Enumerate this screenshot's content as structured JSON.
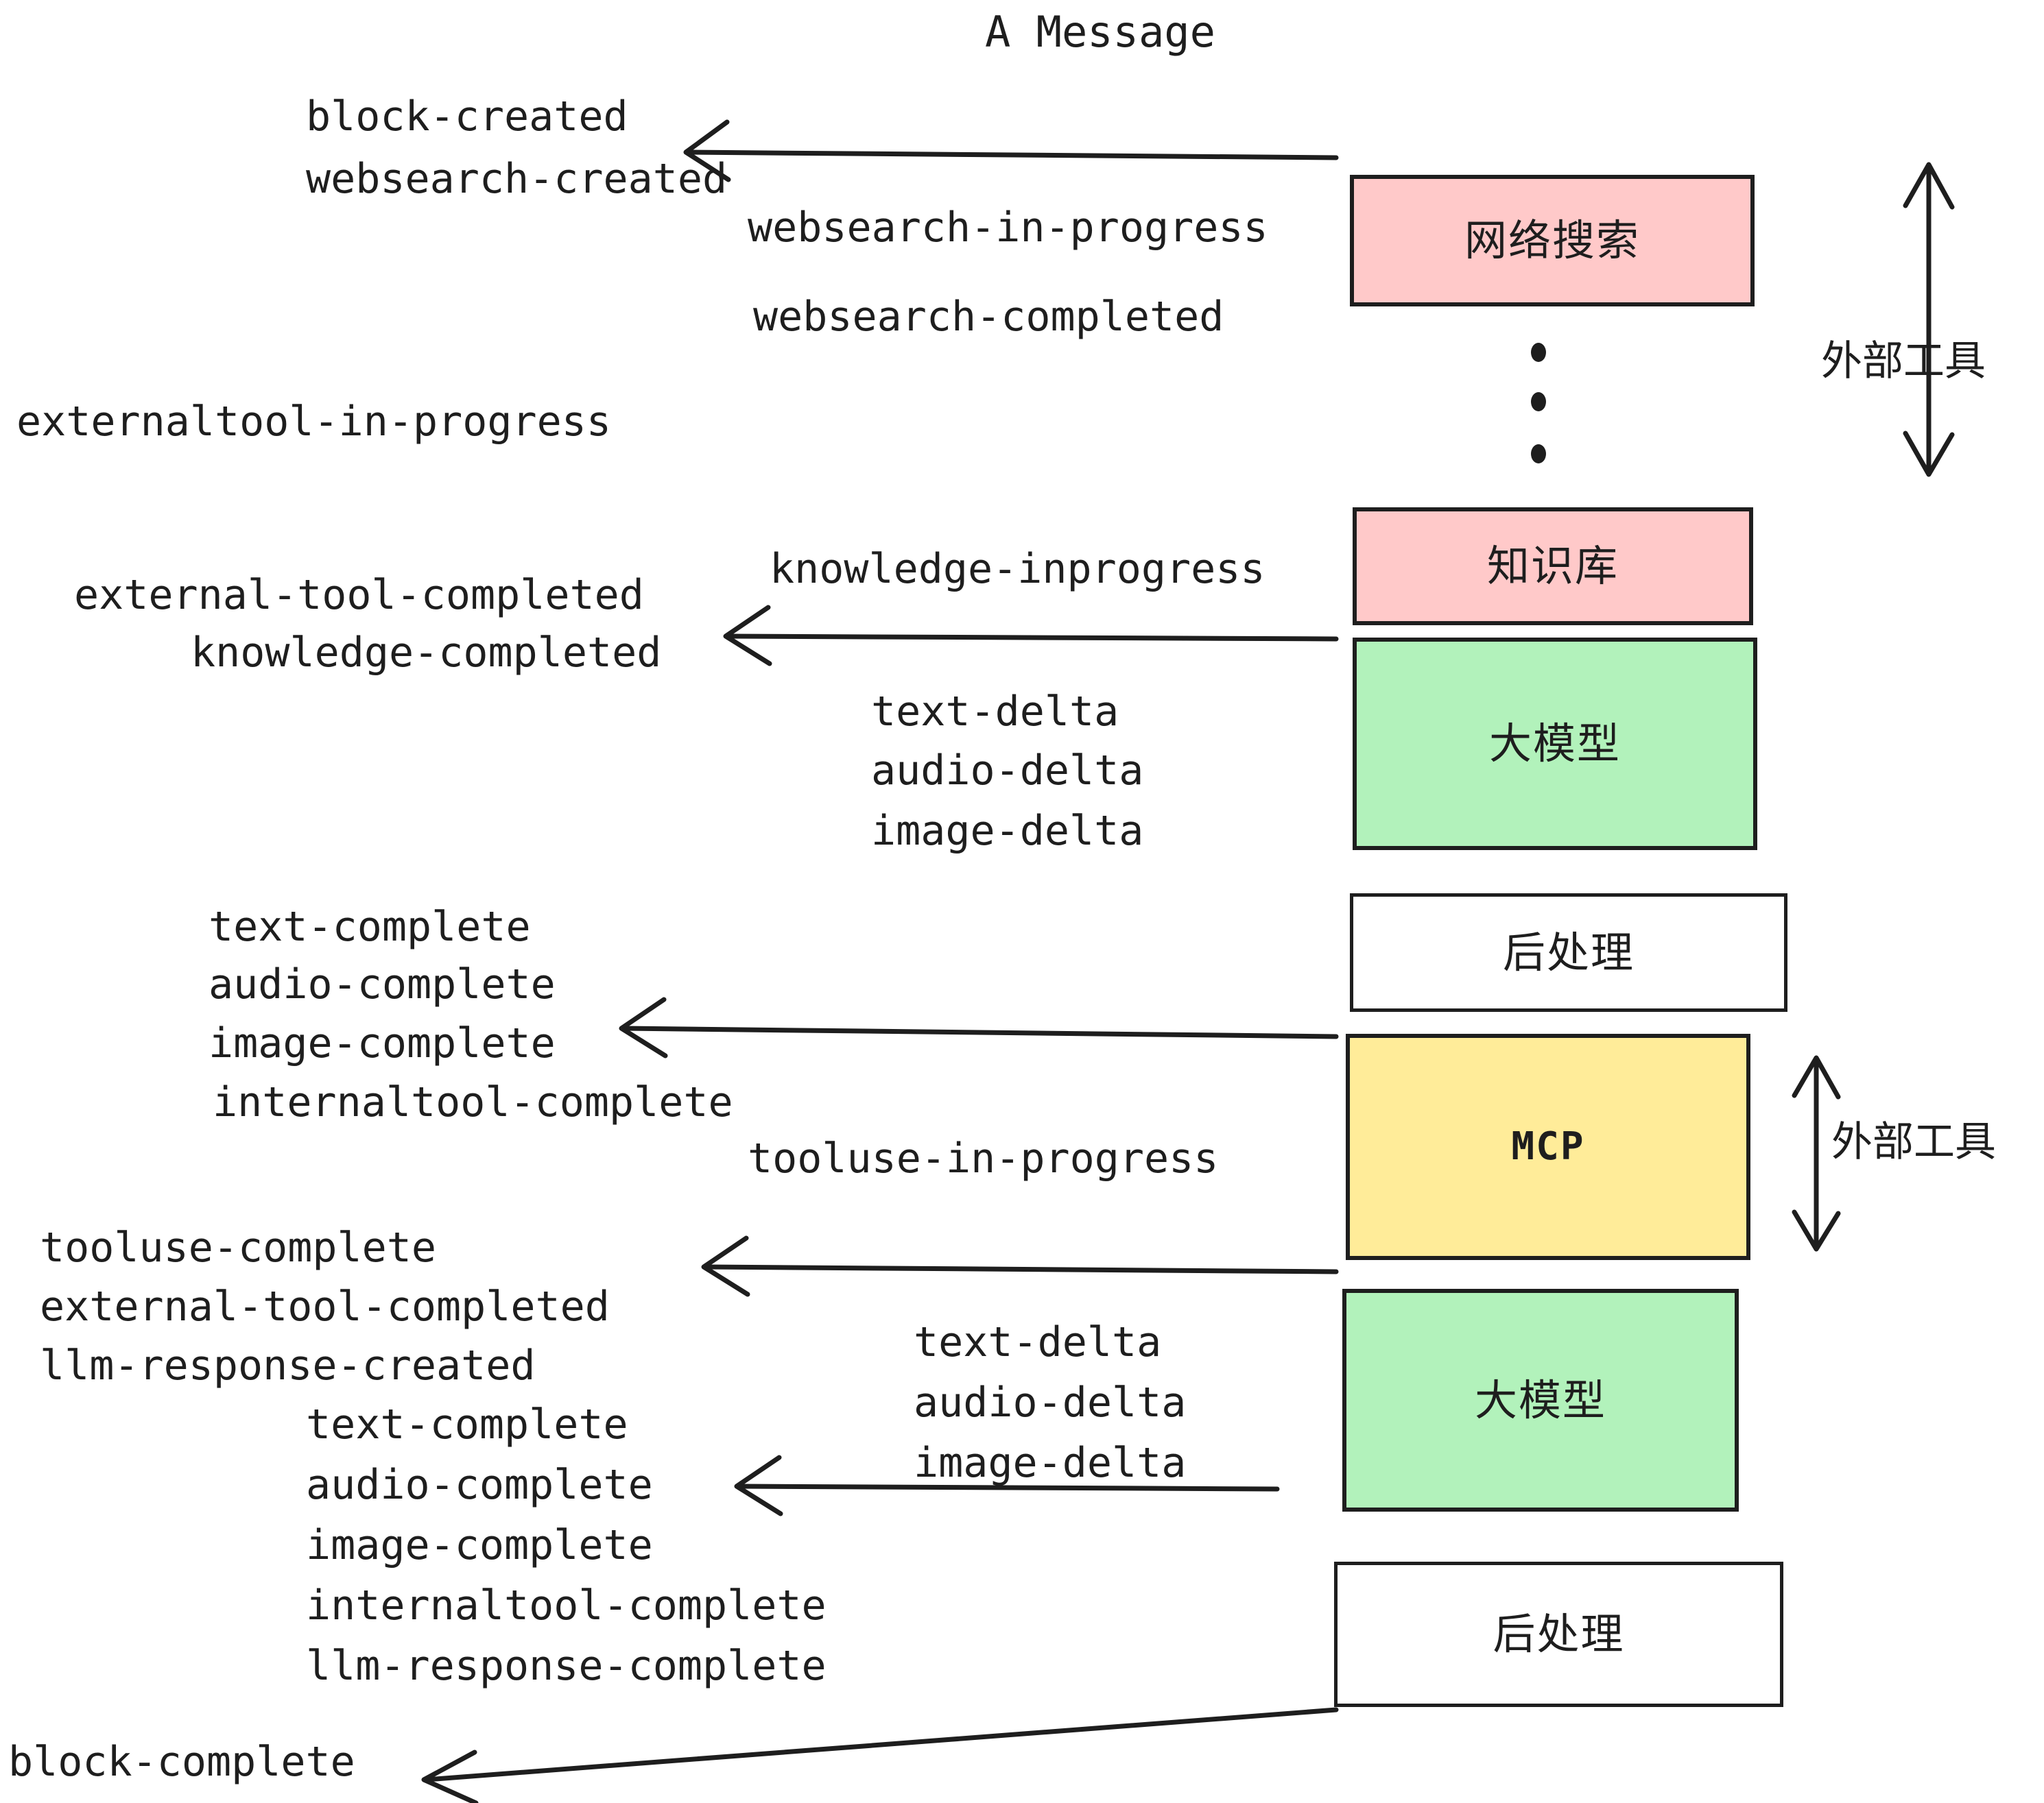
{
  "diagram": {
    "title": "A Message",
    "colors": {
      "pink": "#ffc9c9",
      "green": "#b2f2bb",
      "yellow": "#ffec99",
      "white": "#ffffff",
      "stroke": "#1e1e1e"
    },
    "nodes": [
      {
        "id": "websearch",
        "label": "网络搜索",
        "fill": "#ffc9c9"
      },
      {
        "id": "knowledge",
        "label": "知识库",
        "fill": "#ffc9c9"
      },
      {
        "id": "llm1",
        "label": "大模型",
        "fill": "#b2f2bb"
      },
      {
        "id": "post1",
        "label": "后处理",
        "fill": "#ffffff"
      },
      {
        "id": "mcp",
        "label": "MCP",
        "fill": "#ffec99"
      },
      {
        "id": "llm2",
        "label": "大模型",
        "fill": "#b2f2bb"
      },
      {
        "id": "post2",
        "label": "后处理",
        "fill": "#ffffff"
      }
    ],
    "side_labels": [
      {
        "id": "external-tool-top",
        "label": "外部工具"
      },
      {
        "id": "external-tool-bottom",
        "label": "外部工具"
      }
    ],
    "events": {
      "block_created": "block-created",
      "websearch_created": "websearch-created",
      "websearch_in_progress": "websearch-in-progress",
      "websearch_completed": "websearch-completed",
      "externaltool_in_progress": "externaltool-in-progress",
      "knowledge_inprogress": "knowledge-inprogress",
      "external_tool_completed_1": "external-tool-completed",
      "knowledge_completed": "knowledge-completed",
      "text_delta_1": "text-delta",
      "audio_delta_1": "audio-delta",
      "image_delta_1": "image-delta",
      "text_complete_1": "text-complete",
      "audio_complete_1": "audio-complete",
      "image_complete_1": "image-complete",
      "internaltool_complete_1": "internaltool-complete",
      "tooluse_in_progress": "tooluse-in-progress",
      "tooluse_complete": "tooluse-complete",
      "external_tool_completed_2": "external-tool-completed",
      "llm_response_created": "llm-response-created",
      "text_delta_2": "text-delta",
      "audio_delta_2": "audio-delta",
      "image_delta_2": "image-delta",
      "text_complete_2": "text-complete",
      "audio_complete_2": "audio-complete",
      "image_complete_2": "image-complete",
      "internaltool_complete_2": "internaltool-complete",
      "llm_response_complete": "llm-response-complete",
      "block_complete": "block-complete"
    }
  }
}
